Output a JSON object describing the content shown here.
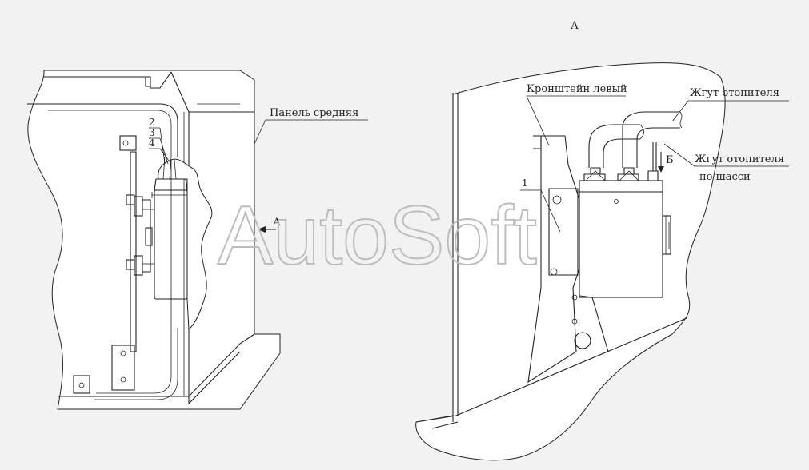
{
  "view_label": "А",
  "labels": {
    "panel_middle": "Панель средняя",
    "bracket_left": "Кронштейн левый",
    "heater_harness": "Жгут отопителя",
    "heater_harness_chassis_1": "Жгут отопителя",
    "heater_harness_chassis_2": "по шасси",
    "view_arrow": "А",
    "section_b": "Б"
  },
  "callouts": {
    "n1": "1",
    "n2": "2",
    "n3": "3",
    "n4": "4"
  },
  "watermark": "AutoSoft"
}
